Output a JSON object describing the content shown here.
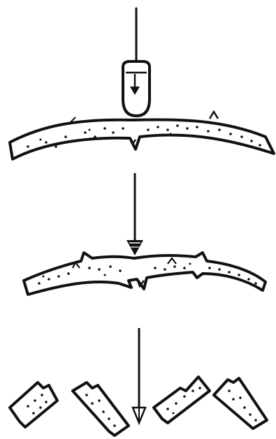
{
  "diagram": {
    "panels": [
      {
        "state": "intact-bent"
      },
      {
        "state": "cracked-bent"
      },
      {
        "state": "fragmented"
      }
    ],
    "colors": {
      "ink": "#111111",
      "background": "#ffffff"
    }
  }
}
